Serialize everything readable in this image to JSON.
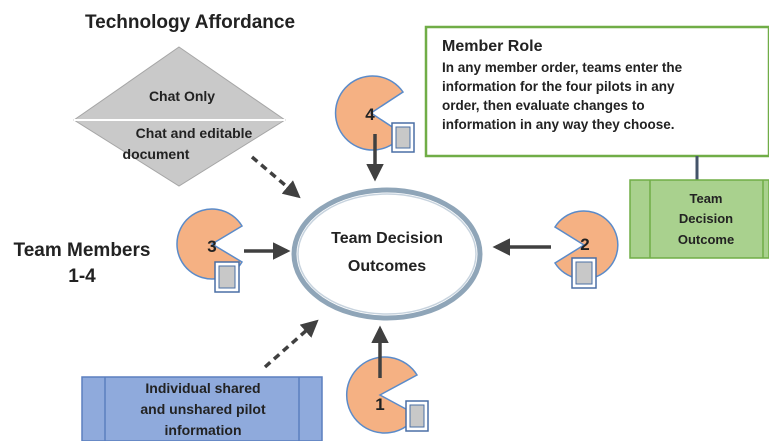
{
  "technology": {
    "title": "Technology Affordance",
    "option_top": "Chat Only",
    "option_bottom_line1": "Chat and editable",
    "option_bottom_line2": "document"
  },
  "team_members_label": {
    "line1": "Team Members",
    "line2": "1-4"
  },
  "center": {
    "line1": "Team Decision",
    "line2": "Outcomes"
  },
  "members": [
    {
      "number": "1"
    },
    {
      "number": "2"
    },
    {
      "number": "3"
    },
    {
      "number": "4"
    }
  ],
  "member_role": {
    "title": "Member Role",
    "lines": [
      "In any member order, teams enter the",
      "information for the four pilots in any",
      "order, then evaluate changes to",
      "information in any way they choose."
    ]
  },
  "outcome_box": {
    "line1": "Team",
    "line2": "Decision",
    "line3": "Outcome"
  },
  "info_box": {
    "line1": "Individual shared",
    "line2": "and unshared pilot",
    "line3": "information"
  },
  "colors": {
    "pacman": "#f5b183",
    "pacman_stroke": "#5b8bc9",
    "doc_fill": "#c8c8c8",
    "doc_stroke": "#4a6fa5",
    "green_fill": "#a9d18e",
    "green_stroke": "#70ad47",
    "blue_fill": "#8faadc",
    "blue_stroke": "#5b7fbf",
    "diamond_fill": "#c9c9c9",
    "ellipse_stroke": "#8fa5b8"
  }
}
